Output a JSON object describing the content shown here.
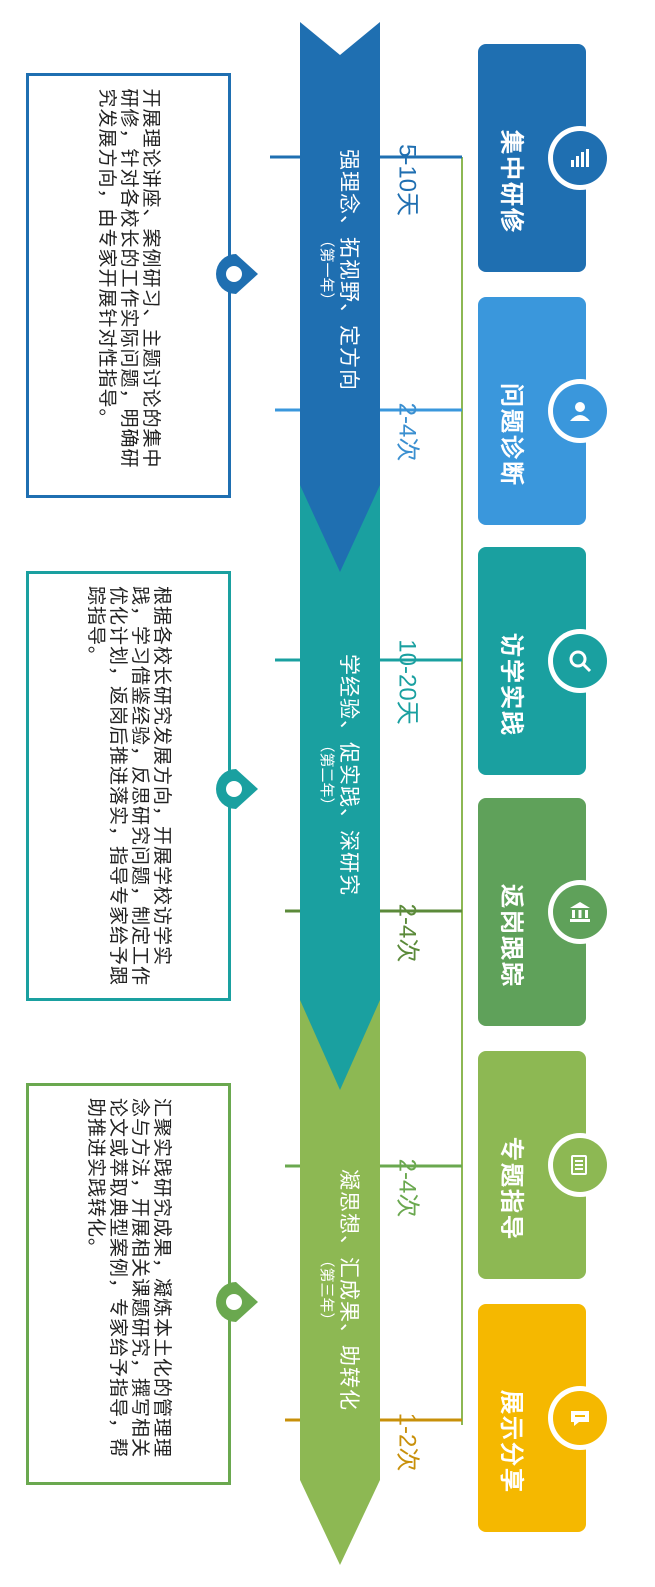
{
  "phases": [
    {
      "text": "强理念、拓视野、定方向",
      "year": "（第一年）",
      "color": "#1f6fb1",
      "desc": "开展理论讲座、案例研习、主题讨论的集中研修，针对各校长的工作实际问题，明确研究发展方向，由专家开展针对性指导。"
    },
    {
      "text": "学经验、促实践、深研究",
      "year": "（第二年）",
      "color": "#1aa0a0",
      "desc": "根据各校长研究发展方向，开展学校访学实践，学习借鉴经验，反思研究问题，制定工作优化计划，返岗后推进落实，指导专家给予跟踪指导。"
    },
    {
      "text": "凝思想、汇成果、助转化",
      "year": "（第三年）",
      "color": "#8db853",
      "desc": "汇聚实践研究成果，凝炼本土化的管理理念与方法，开展相关课题研究，撰写相关论文或萃取典型案例，专家给予指导，帮助推进实践转化。"
    }
  ],
  "durations": [
    {
      "text": "5-10天",
      "color": "#1f6fb1"
    },
    {
      "text": "2-4次",
      "color": "#3a8fd0"
    },
    {
      "text": "10-20天",
      "color": "#1aa0a0"
    },
    {
      "text": "2-4次",
      "color": "#5b8a3a"
    },
    {
      "text": "2-4次",
      "color": "#6aa84f"
    },
    {
      "text": "1-2次",
      "color": "#c8900a"
    }
  ],
  "cards": [
    {
      "label": "集中研修",
      "color": "#1f6fb1",
      "icon": "chart-icon"
    },
    {
      "label": "问题诊断",
      "color": "#3a97dc",
      "icon": "person-icon"
    },
    {
      "label": "访学实践",
      "color": "#1aa0a0",
      "icon": "search-icon"
    },
    {
      "label": "返岗跟踪",
      "color": "#5fa15a",
      "icon": "building-icon"
    },
    {
      "label": "专题指导",
      "color": "#8db853",
      "icon": "document-icon"
    },
    {
      "label": "展示分享",
      "color": "#f5b800",
      "icon": "chat-bubble-icon"
    }
  ]
}
